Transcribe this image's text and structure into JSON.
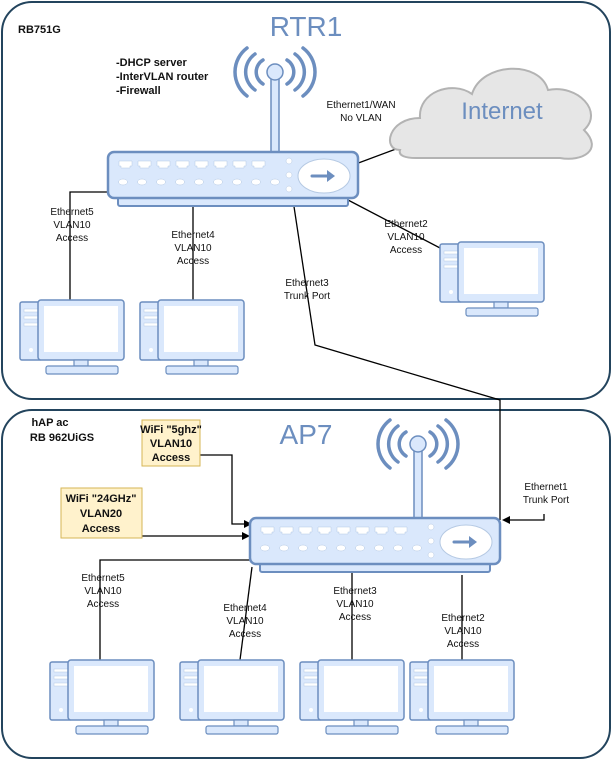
{
  "colors": {
    "frame_stroke": "#23445d",
    "device_fill": "#dae8fc",
    "device_stroke": "#6c8ebf",
    "title": "#6c8ebf",
    "cloud_fill": "#e6e6e6",
    "cloud_stroke": "#b3b3b3",
    "note_fill": "#fff2cc",
    "note_stroke": "#d6b656",
    "wire": "#000000"
  },
  "rtr1": {
    "model": "RB751G",
    "title": "RTR1",
    "roles": [
      "-DHCP server",
      "-InterVLAN router",
      "-Firewall"
    ]
  },
  "internet": {
    "label": "Internet",
    "link_label": [
      "Ethernet1/WAN",
      "No VLAN"
    ]
  },
  "rtr1_ports": {
    "eth5": [
      "Ethernet5",
      "VLAN10",
      "Access"
    ],
    "eth4": [
      "Ethernet4",
      "VLAN10",
      "Access"
    ],
    "eth3": [
      "Ethernet3",
      "Trunk Port"
    ],
    "eth2": [
      "Ethernet2",
      "VLAN10",
      "Access"
    ]
  },
  "ap7": {
    "model": [
      "hAP ac",
      "RB 962UiGS"
    ],
    "title": "AP7"
  },
  "wifi_5": [
    "WiFi \"5ghz\"",
    "VLAN10",
    "Access"
  ],
  "wifi_24": [
    "WiFi \"24GHz\"",
    "VLAN20",
    "Access"
  ],
  "ap7_ports": {
    "eth1": [
      "Ethernet1",
      "Trunk Port"
    ],
    "eth5": [
      "Ethernet5",
      "VLAN10",
      "Access"
    ],
    "eth4": [
      "Ethernet4",
      "VLAN10",
      "Access"
    ],
    "eth3": [
      "Ethernet3",
      "VLAN10",
      "Access"
    ],
    "eth2": [
      "Ethernet2",
      "VLAN10",
      "Access"
    ]
  }
}
